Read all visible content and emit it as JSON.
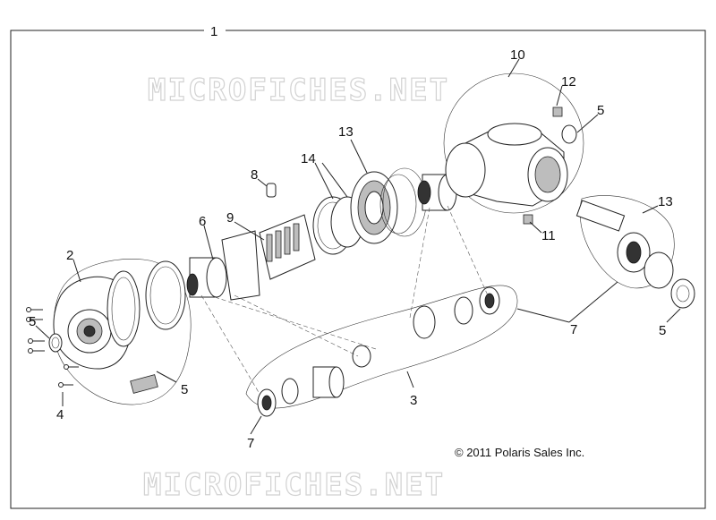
{
  "watermark": "MICROFICHES.NET",
  "copyright": "© 2011 Polaris Sales Inc.",
  "callouts": {
    "c1": "1",
    "c2": "2",
    "c3": "3",
    "c4": "4",
    "c5a": "5",
    "c5b": "5",
    "c5c": "5",
    "c5d": "5",
    "c6": "6",
    "c7a": "7",
    "c7b": "7",
    "c8": "8",
    "c9": "9",
    "c10": "10",
    "c11": "11",
    "c12": "12",
    "c13a": "13",
    "c13b": "13",
    "c14": "14"
  }
}
